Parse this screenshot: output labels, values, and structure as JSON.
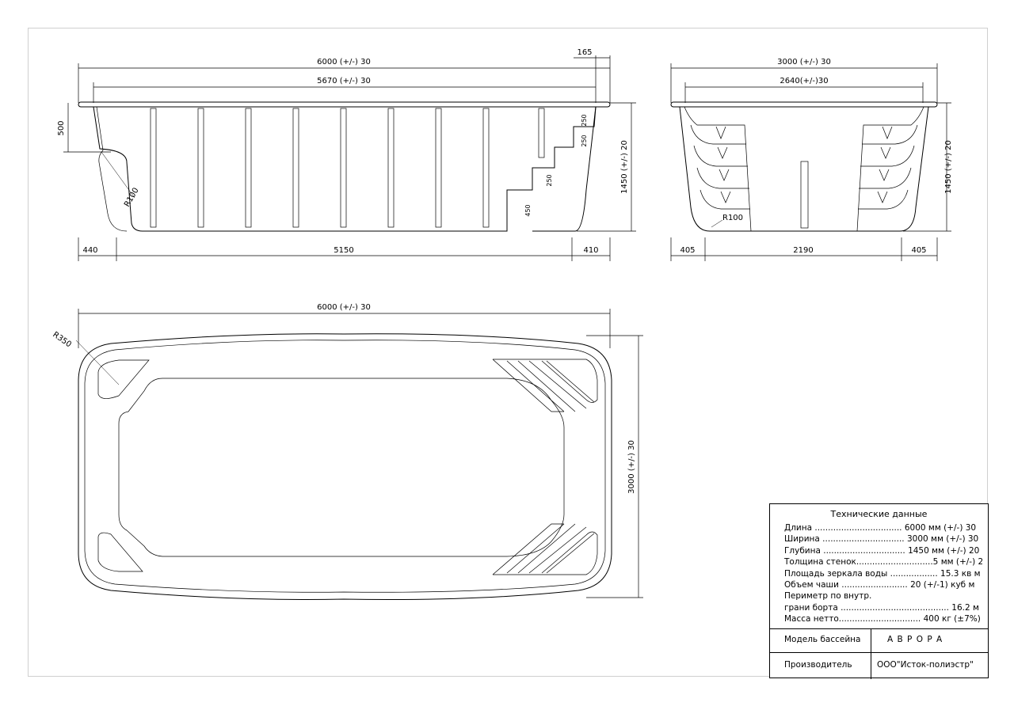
{
  "side_view": {
    "total_length": "6000 (+/-) 30",
    "inner_length": "5670 (+/-) 30",
    "rim_offset": "165",
    "depth_top": "500",
    "depth_total": "1450 (+/-) 20",
    "radius": "R100",
    "step_heights": [
      "250",
      "250",
      "250",
      "450"
    ],
    "bottom_left": "440",
    "bottom_middle": "5150",
    "bottom_right": "410"
  },
  "end_view": {
    "total_width": "3000 (+/-) 30",
    "inner_width": "2640(+/-)30",
    "depth_total": "1450 (+/-) 20",
    "radius": "R100",
    "bottom_left": "405",
    "bottom_middle": "2190",
    "bottom_right": "405"
  },
  "plan_view": {
    "total_length": "6000 (+/-) 30",
    "total_width": "3000 (+/-) 30",
    "corner_radius": "R350"
  },
  "spec_table": {
    "title": "Технические данные",
    "rows": [
      "Длина ................................. 6000 мм (+/-) 30",
      "Ширина ............................... 3000 мм (+/-) 30",
      "Глубина ............................... 1450 мм (+/-) 20",
      "Толщина стенок.............................5 мм (+/-) 2",
      "Площадь зеркала воды .................. 15.3 кв м",
      "Объем чаши ......................... 20 (+/-1) куб м",
      "Периметр по внутр.",
      "грани борта ......................................... 16.2 м",
      "Масса нетто............................... 400 кг (±7%)"
    ],
    "model_label": "Модель бассейна",
    "model_value": "А В Р О Р А",
    "maker_label": "Производитель",
    "maker_value": "ООО\"Исток-полиэстр\""
  }
}
